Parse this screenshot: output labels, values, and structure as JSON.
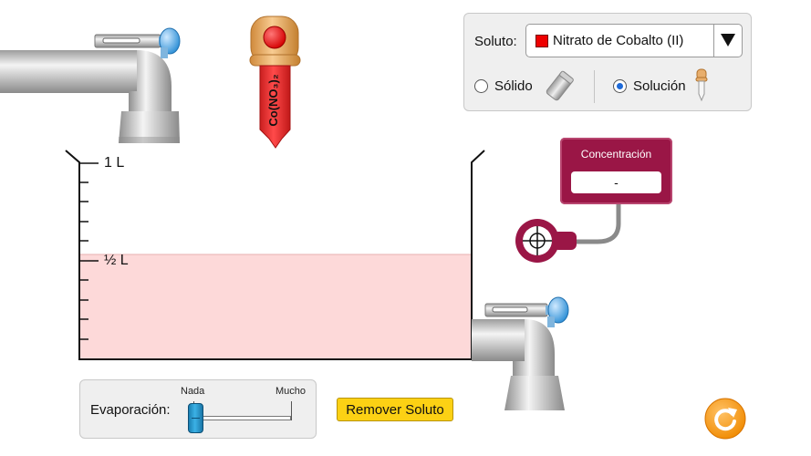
{
  "solute_panel": {
    "label": "Soluto:",
    "selected_solute": "Nitrato de Cobalto (II)",
    "solute_color": "#ee0000",
    "options": [
      {
        "label": "Sólido",
        "selected": false
      },
      {
        "label": "Solución",
        "selected": true
      }
    ]
  },
  "dropper": {
    "formula_label": "Co(NO₃)₂",
    "body_color": "#e22b2b",
    "cap_color": "#e8ae6c"
  },
  "beaker": {
    "volume_max_label": "1 L",
    "volume_half_label": "½ L",
    "fill_fraction": 0.5,
    "solution_color": "#fdd9d9"
  },
  "meter": {
    "title": "Concentración",
    "reading": "-",
    "color": "#9a1646"
  },
  "evaporation": {
    "label": "Evaporación:",
    "min_label": "Nada",
    "max_label": "Mucho",
    "value": 0
  },
  "buttons": {
    "remove_solute_label": "Remover Soluto",
    "reset_icon": "reset-icon"
  }
}
